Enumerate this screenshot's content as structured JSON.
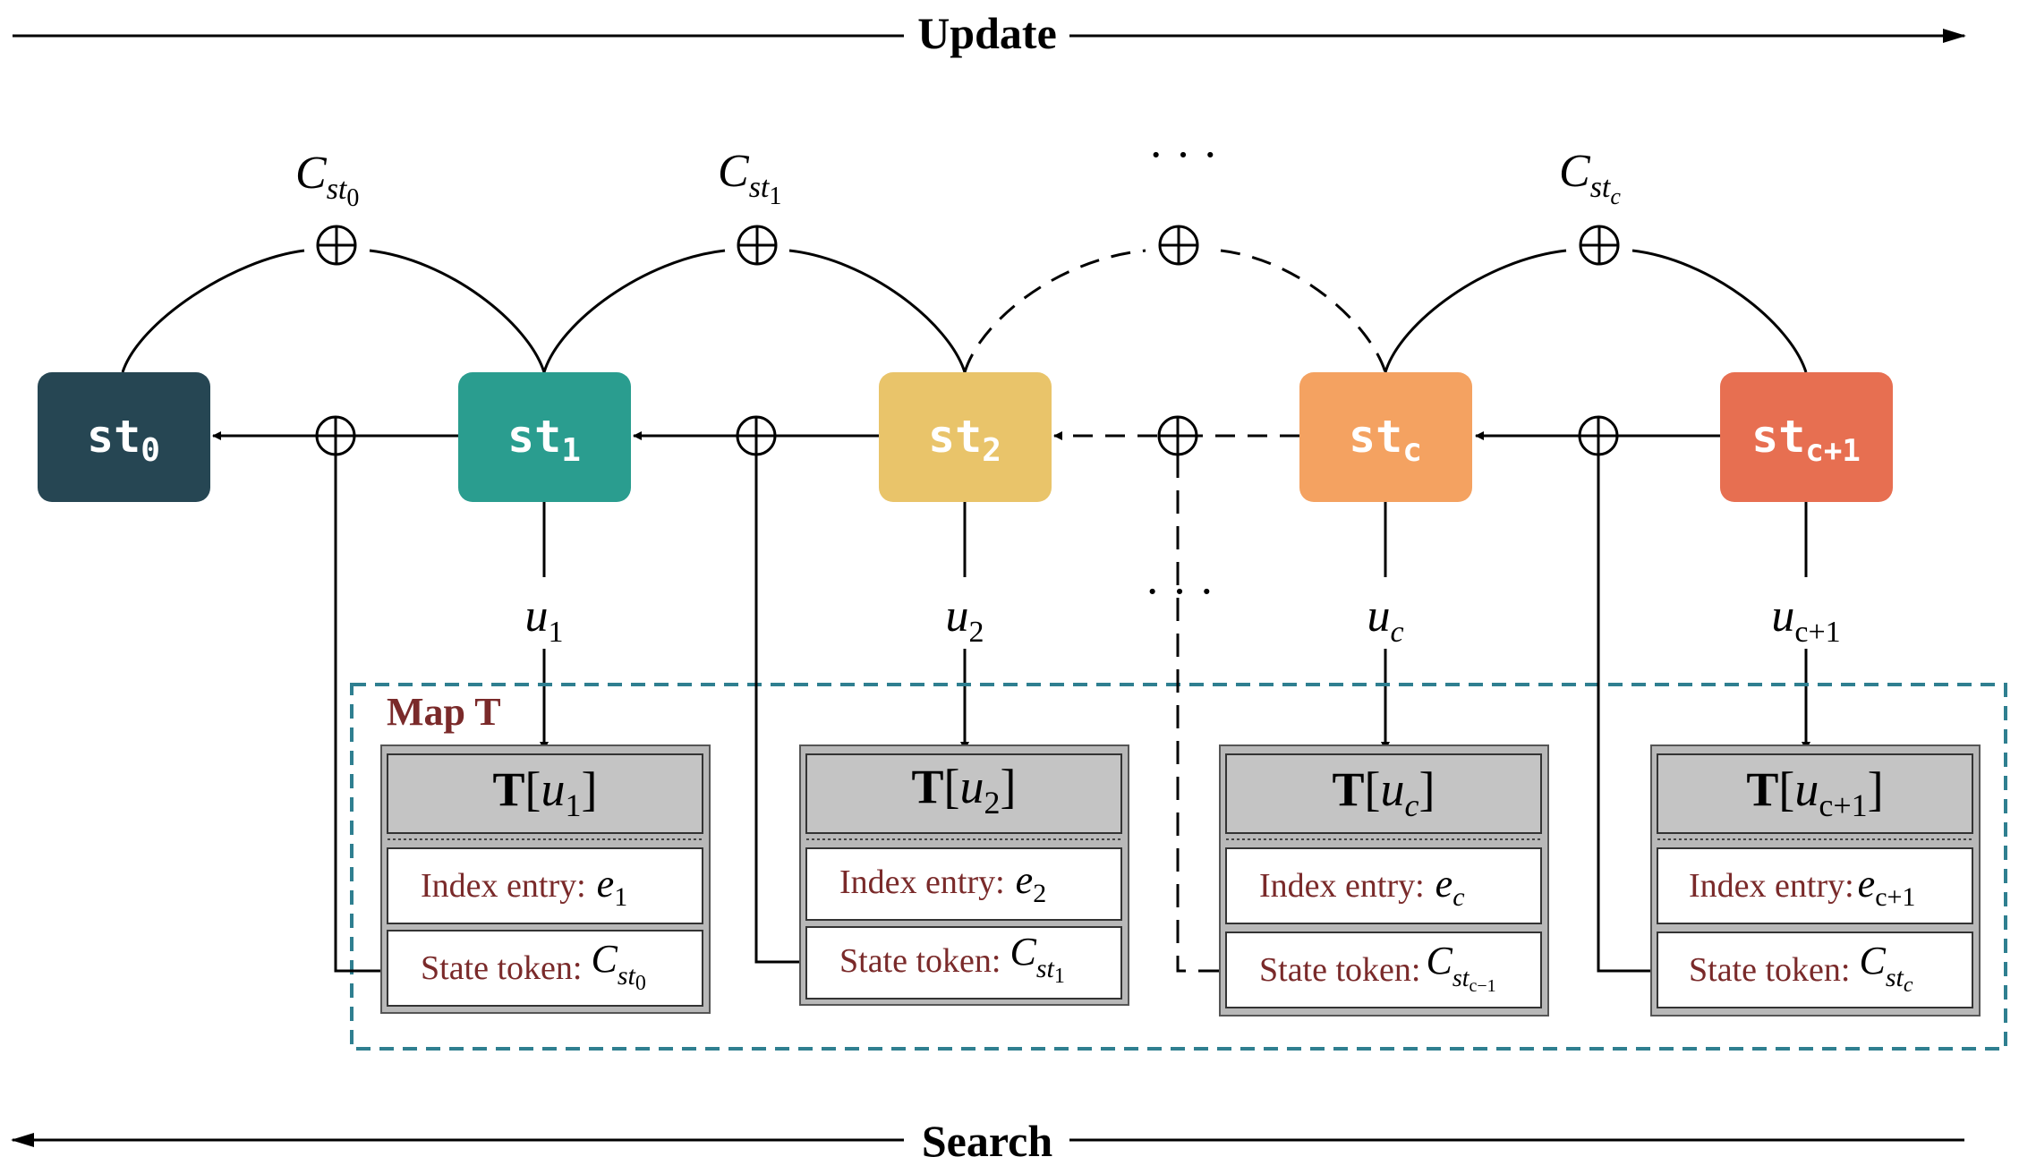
{
  "colors": {
    "st0": "#264653",
    "st1": "#2a9d8f",
    "st2": "#e9c46a",
    "stc": "#f4a261",
    "stc1": "#e76f51",
    "map_border": "#2f7f90",
    "map_label": "#7a2a2a",
    "text_dark": "#7a2a2a"
  },
  "arrows": {
    "update_label": "Update",
    "search_label": "Search"
  },
  "states": [
    {
      "base": "st",
      "sub": "0",
      "color": "#264653"
    },
    {
      "base": "st",
      "sub": "1",
      "color": "#2a9d8f"
    },
    {
      "base": "st",
      "sub": "2",
      "color": "#e9c46a"
    },
    {
      "base": "st",
      "sub": "c",
      "color": "#f4a261"
    },
    {
      "base": "st",
      "sub": "c+1",
      "color": "#e76f51"
    }
  ],
  "top_labels": [
    {
      "main": "C",
      "sub": "st",
      "subsub": "0"
    },
    {
      "main": "C",
      "sub": "st",
      "subsub": "1"
    },
    {
      "main": "· · ·",
      "sub": "",
      "subsub": ""
    },
    {
      "main": "C",
      "sub": "st",
      "subsub": "c"
    }
  ],
  "u_labels": [
    {
      "main": "u",
      "sub": "1"
    },
    {
      "main": "u",
      "sub": "2"
    },
    {
      "main": "u",
      "sub": "c"
    },
    {
      "main": "u",
      "sub": "c+1"
    }
  ],
  "middle_dots": "· · ·",
  "map": {
    "label": "Map T",
    "entries": [
      {
        "header_main": "T",
        "header_arg": "u",
        "header_sub": "1",
        "index_label": "Index entry:",
        "index_val": "e",
        "index_sub": "1",
        "state_label": "State token:",
        "state_val": "C",
        "state_sub": "st",
        "state_subsub": "0"
      },
      {
        "header_main": "T",
        "header_arg": "u",
        "header_sub": "2",
        "index_label": "Index entry:",
        "index_val": "e",
        "index_sub": "2",
        "state_label": "State token:",
        "state_val": "C",
        "state_sub": "st",
        "state_subsub": "1"
      },
      {
        "header_main": "T",
        "header_arg": "u",
        "header_sub": "c",
        "index_label": "Index entry:",
        "index_val": "e",
        "index_sub": "c",
        "state_label": "State token:",
        "state_val": "C",
        "state_sub": "st",
        "state_subsub": "c−1"
      },
      {
        "header_main": "T",
        "header_arg": "u",
        "header_sub": "c+1",
        "index_label": "Index entry:",
        "index_val": "e",
        "index_sub": "c+1",
        "state_label": "State token:",
        "state_val": "C",
        "state_sub": "st",
        "state_subsub": "c"
      }
    ]
  }
}
